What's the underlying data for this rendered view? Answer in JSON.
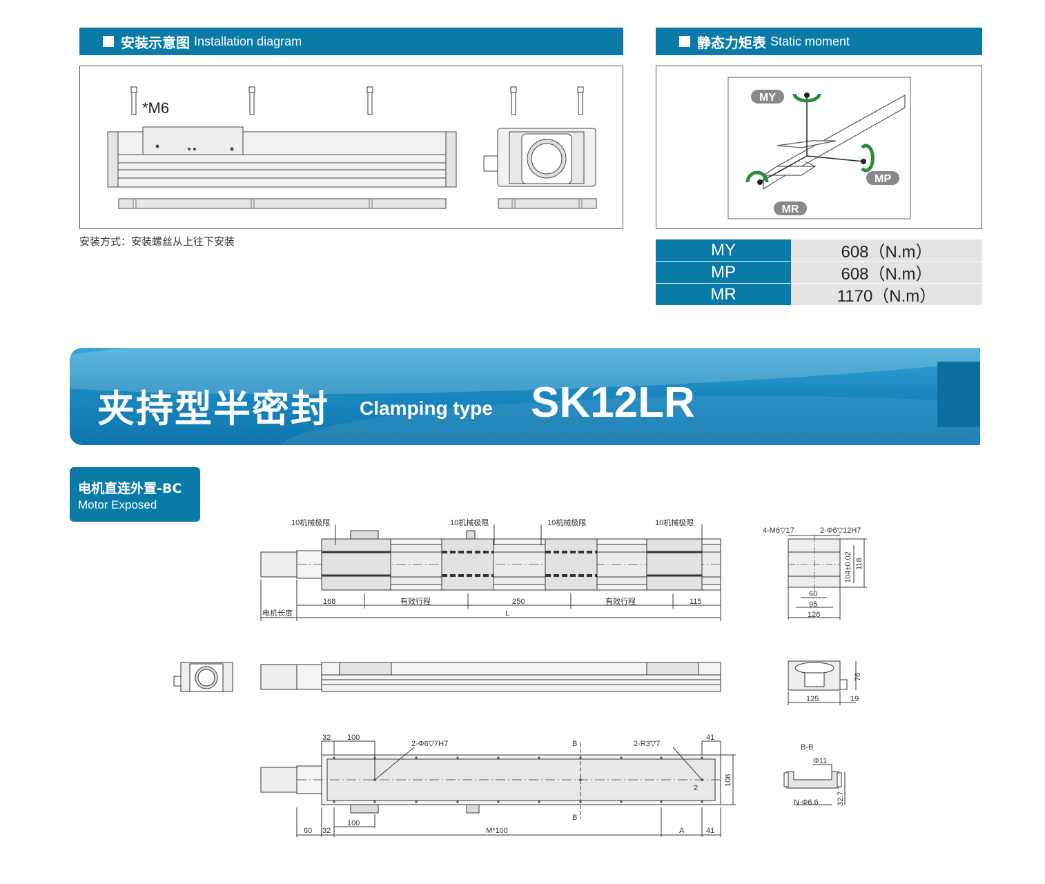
{
  "installation": {
    "header_zh": "安装示意图",
    "header_en": "Installation diagram",
    "screw_label": "*M6",
    "caption": "安装方式：安装螺丝从上往下安装"
  },
  "static_moment": {
    "header_zh": "静态力矩表",
    "header_en": "Static moment",
    "axis_labels": {
      "my": "MY",
      "mp": "MP",
      "mr": "MR"
    },
    "rows": [
      {
        "key": "MY",
        "value": "608（N.m）"
      },
      {
        "key": "MP",
        "value": "608（N.m）"
      },
      {
        "key": "MR",
        "value": "1170（N.m）"
      }
    ]
  },
  "banner": {
    "title_zh": "夹持型半密封",
    "title_en": "Clamping type",
    "model": "SK12LR"
  },
  "variant": {
    "title_zh": "电机直连外置-BC",
    "title_en": "Motor Exposed"
  },
  "drawing": {
    "top_view": {
      "limit_labels": [
        "10机械极限",
        "10机械极限",
        "10机械极限",
        "10机械极限"
      ],
      "dim_168": "168",
      "stroke_1": "有效行程",
      "dim_250": "250",
      "stroke_2": "有效行程",
      "dim_115": "115",
      "motor_length": "电机长度",
      "length_L": "L"
    },
    "end_view": {
      "thread": "4-M6▽17",
      "pin": "2-Φ6▽12H7",
      "d104": "104±0.02",
      "d118": "118",
      "d60": "60",
      "d95": "95",
      "d126": "126"
    },
    "side_end": {
      "d76": "76",
      "d125": "125",
      "d19": "19"
    },
    "bottom_view": {
      "d32a": "32",
      "d100a": "100",
      "pin_holes": "2-Φ6▽7H7",
      "b_label_top": "B",
      "r_slots": "2-R3▽7",
      "d41a": "41",
      "num_2": "2",
      "d108": "108",
      "d60": "60",
      "d32b": "32",
      "d100b": "100",
      "b_label_bottom": "B",
      "m100": "M*100",
      "dim_A": "A",
      "d41b": "41"
    },
    "section": {
      "title": "B-B",
      "d11": "Φ11",
      "holes": "N-Φ6.6",
      "d32_7": "32.7"
    }
  }
}
